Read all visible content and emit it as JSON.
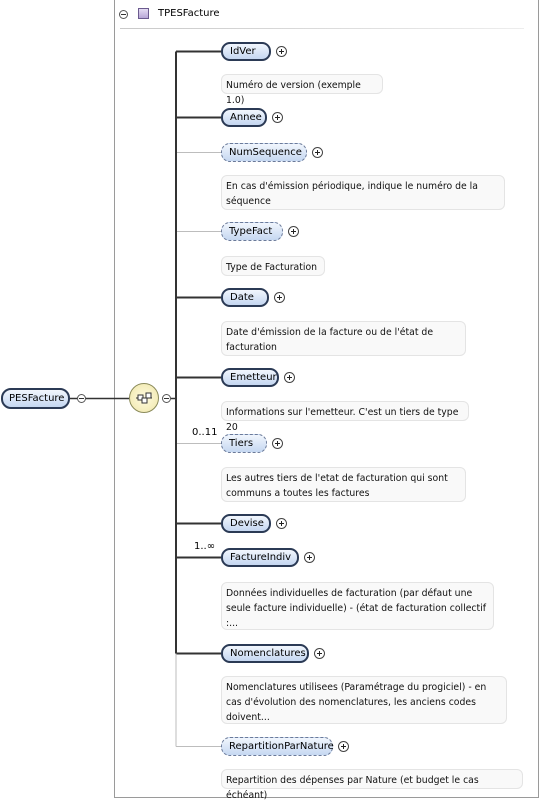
{
  "root": {
    "label": "PESFacture"
  },
  "type": {
    "label": "TPESFacture"
  },
  "sequence": {
    "icon": "sequence-compositor-icon"
  },
  "elements": [
    {
      "name": "IdVer",
      "required": true,
      "cardinality": "",
      "doc": "Numéro de version (exemple 1.0)"
    },
    {
      "name": "Annee",
      "required": true,
      "cardinality": "",
      "doc": ""
    },
    {
      "name": "NumSequence",
      "required": false,
      "cardinality": "",
      "doc": "En cas d'émission périodique, indique le numéro de la\nséquence"
    },
    {
      "name": "TypeFact",
      "required": false,
      "cardinality": "",
      "doc": "Type de Facturation"
    },
    {
      "name": "Date",
      "required": true,
      "cardinality": "",
      "doc": "Date d'émission de la facture ou de l'état de\nfacturation"
    },
    {
      "name": "Emetteur",
      "required": true,
      "cardinality": "",
      "doc": "Informations sur l'emetteur. C'est un tiers de type 20"
    },
    {
      "name": "Tiers",
      "required": false,
      "cardinality": "0..11",
      "doc": "Les autres tiers de l'etat de facturation qui sont\ncommuns a toutes les factures"
    },
    {
      "name": "Devise",
      "required": true,
      "cardinality": "",
      "doc": ""
    },
    {
      "name": "FactureIndiv",
      "required": true,
      "cardinality": "1..∞",
      "doc": "Données individuelles de facturation (par défaut une\nseule facture individuelle) - (état de facturation collectif\n:..."
    },
    {
      "name": "Nomenclatures",
      "required": true,
      "cardinality": "",
      "doc": "Nomenclatures utilisees (Paramétrage du progiciel) - en\ncas d'évolution des nomenclatures, les anciens codes\ndoivent..."
    },
    {
      "name": "RepartitionParNature",
      "required": false,
      "cardinality": "",
      "doc": "Repartition des dépenses par Nature (et budget le cas échéant)"
    }
  ]
}
